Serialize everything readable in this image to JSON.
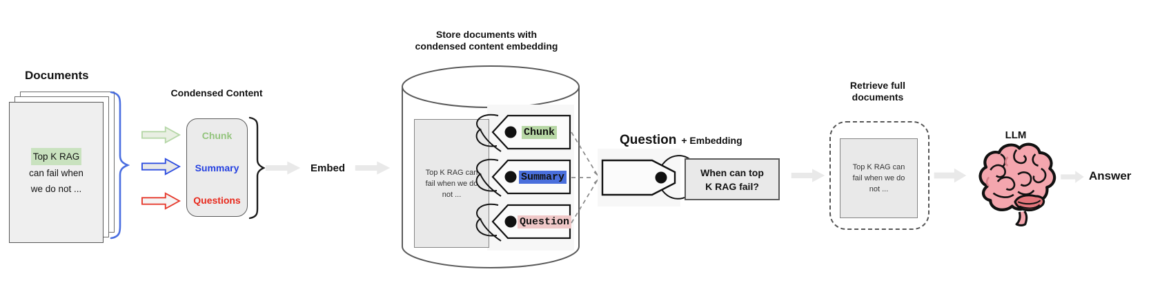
{
  "colors": {
    "chunk_green": "#93c47d",
    "summary_blue": "#2440e0",
    "questions_red": "#e8291c",
    "tag_chunk_bg": "#b7d7a5",
    "tag_summary_bg": "#4a6fdc",
    "tag_question_bg": "#f0c8c8",
    "highlight_green": "#c9e2bf",
    "brace_blue": "#4a6ee0",
    "gray_arrow": "#e9e9e9",
    "brain_pink": "#f4a6ae"
  },
  "documents": {
    "title": "Documents",
    "highlight": "Top K RAG",
    "line2": "can fail when",
    "line3": "we do not ..."
  },
  "condensed": {
    "title": "Condensed Content",
    "items": [
      {
        "label": "Chunk"
      },
      {
        "label": "Summary"
      },
      {
        "label": "Questions"
      }
    ]
  },
  "embed": {
    "label": "Embed"
  },
  "store": {
    "title_line1": "Store documents with",
    "title_line2": "condensed content embedding",
    "doc_line1": "Top K RAG can",
    "doc_line2": "fail when we do",
    "doc_line3": "not ...",
    "tags": [
      {
        "label": "Chunk"
      },
      {
        "label": "Summary"
      },
      {
        "label": "Question"
      }
    ]
  },
  "question": {
    "title": "Question",
    "title_suffix": "+ Embedding",
    "query_line1": "When can top",
    "query_line2": "K RAG fail?"
  },
  "retrieve": {
    "title_line1": "Retrieve full",
    "title_line2": "documents",
    "doc_line1": "Top K RAG can",
    "doc_line2": "fail when we do",
    "doc_line3": "not ..."
  },
  "llm": {
    "label": "LLM"
  },
  "answer": {
    "label": "Answer"
  }
}
